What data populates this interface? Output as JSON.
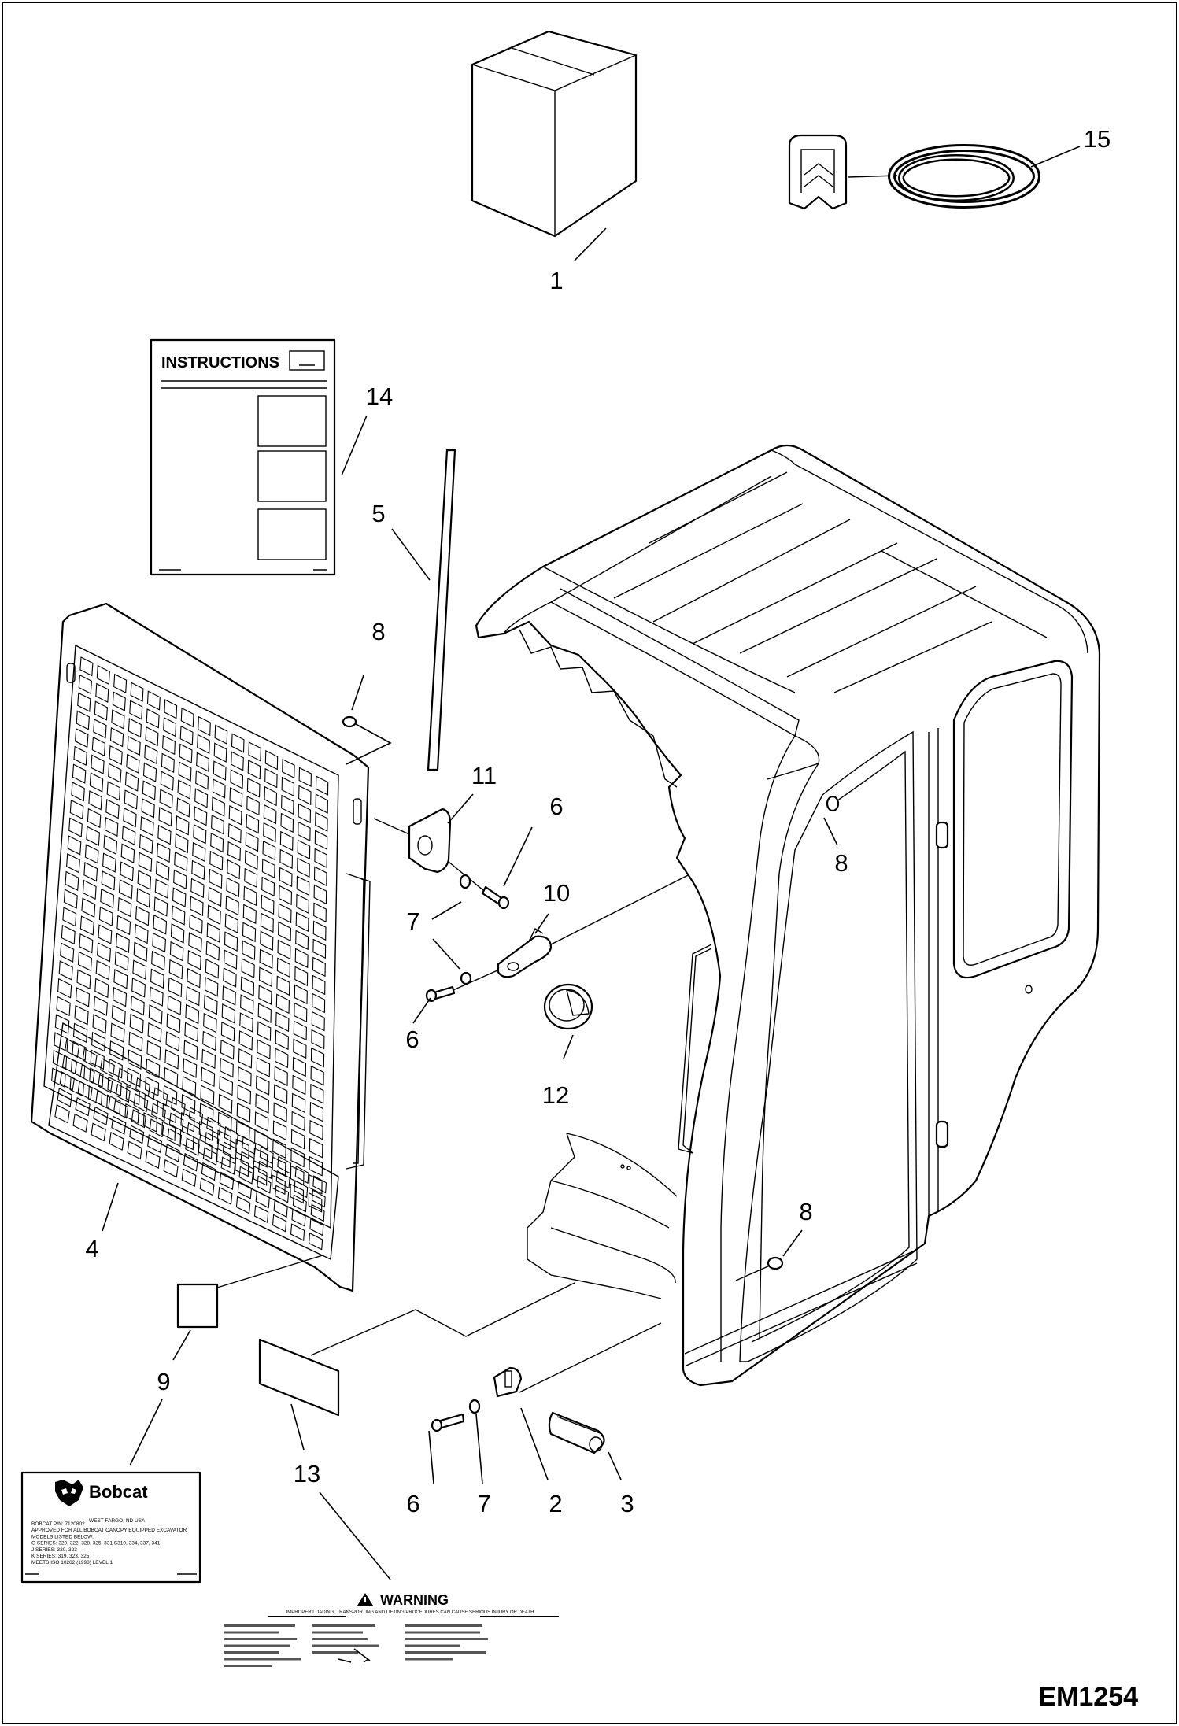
{
  "figure_id": "EM1254",
  "callouts": [
    "1",
    "15",
    "14",
    "5",
    "8",
    "11",
    "6",
    "8",
    "10",
    "7",
    "6",
    "12",
    "4",
    "8",
    "9",
    "13",
    "6",
    "7",
    "2",
    "3"
  ],
  "instructions_sheet": {
    "title": "INSTRUCTIONS"
  },
  "bobcat_decal": {
    "brand": "Bobcat",
    "location": "WEST FARGO, ND USA",
    "lines": [
      "BOBCAT P/N: 7120802",
      "APPROVED FOR ALL BOBCAT CANOPY EQUIPPED EXCAVATOR",
      "MODELS LISTED BELOW:",
      "G SERIES: 320, 322, 328, 325, 331 S310, 334, 337, 341",
      "J SERIES: 320, 323",
      "K SERIES: 319, 323, 325",
      "MEETS ISO 10262 (1998) LEVEL 1"
    ]
  },
  "warning_decal": {
    "heading": "WARNING",
    "text": "IMPROPER LOADING, TRANSPORTING AND LIFTING PROCEDURES CAN CAUSE SERIOUS INJURY OR DEATH"
  }
}
